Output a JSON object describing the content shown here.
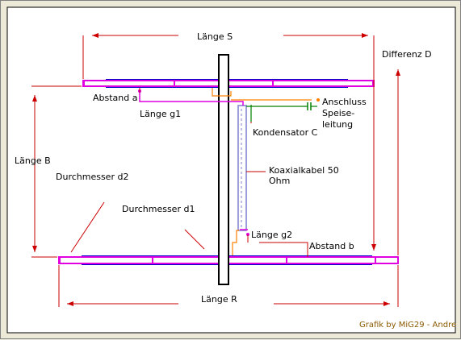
{
  "labels": {
    "laenge_s": "Länge S",
    "differenz_d": "Differenz D",
    "abstand_a": "Abstand a",
    "laenge_g1": "Länge g1",
    "anschluss_1": "Anschluss",
    "anschluss_2": "Speise-",
    "anschluss_3": "leitung",
    "kondensator": "Kondensator C",
    "laenge_b": "Länge B",
    "durchmesser_d2": "Durchmesser d2",
    "koax_1": "Koaxialkabel 50",
    "koax_2": "Ohm",
    "durchmesser_d1": "Durchmesser d1",
    "laenge_g2": "Länge g2",
    "abstand_b": "Abstand b",
    "laenge_r": "Länge R"
  },
  "credit": "Grafik by MiG29 - Andre",
  "colors": {
    "background": "#ece9d8",
    "panel": "#ffffff",
    "element": "#0000cc",
    "tube": "#e000e0",
    "dimension": "#cc0000",
    "cable": "#7f7fd0",
    "feed": "#ff8000",
    "capacitor": "#008000",
    "credit": "#8b5a00"
  }
}
